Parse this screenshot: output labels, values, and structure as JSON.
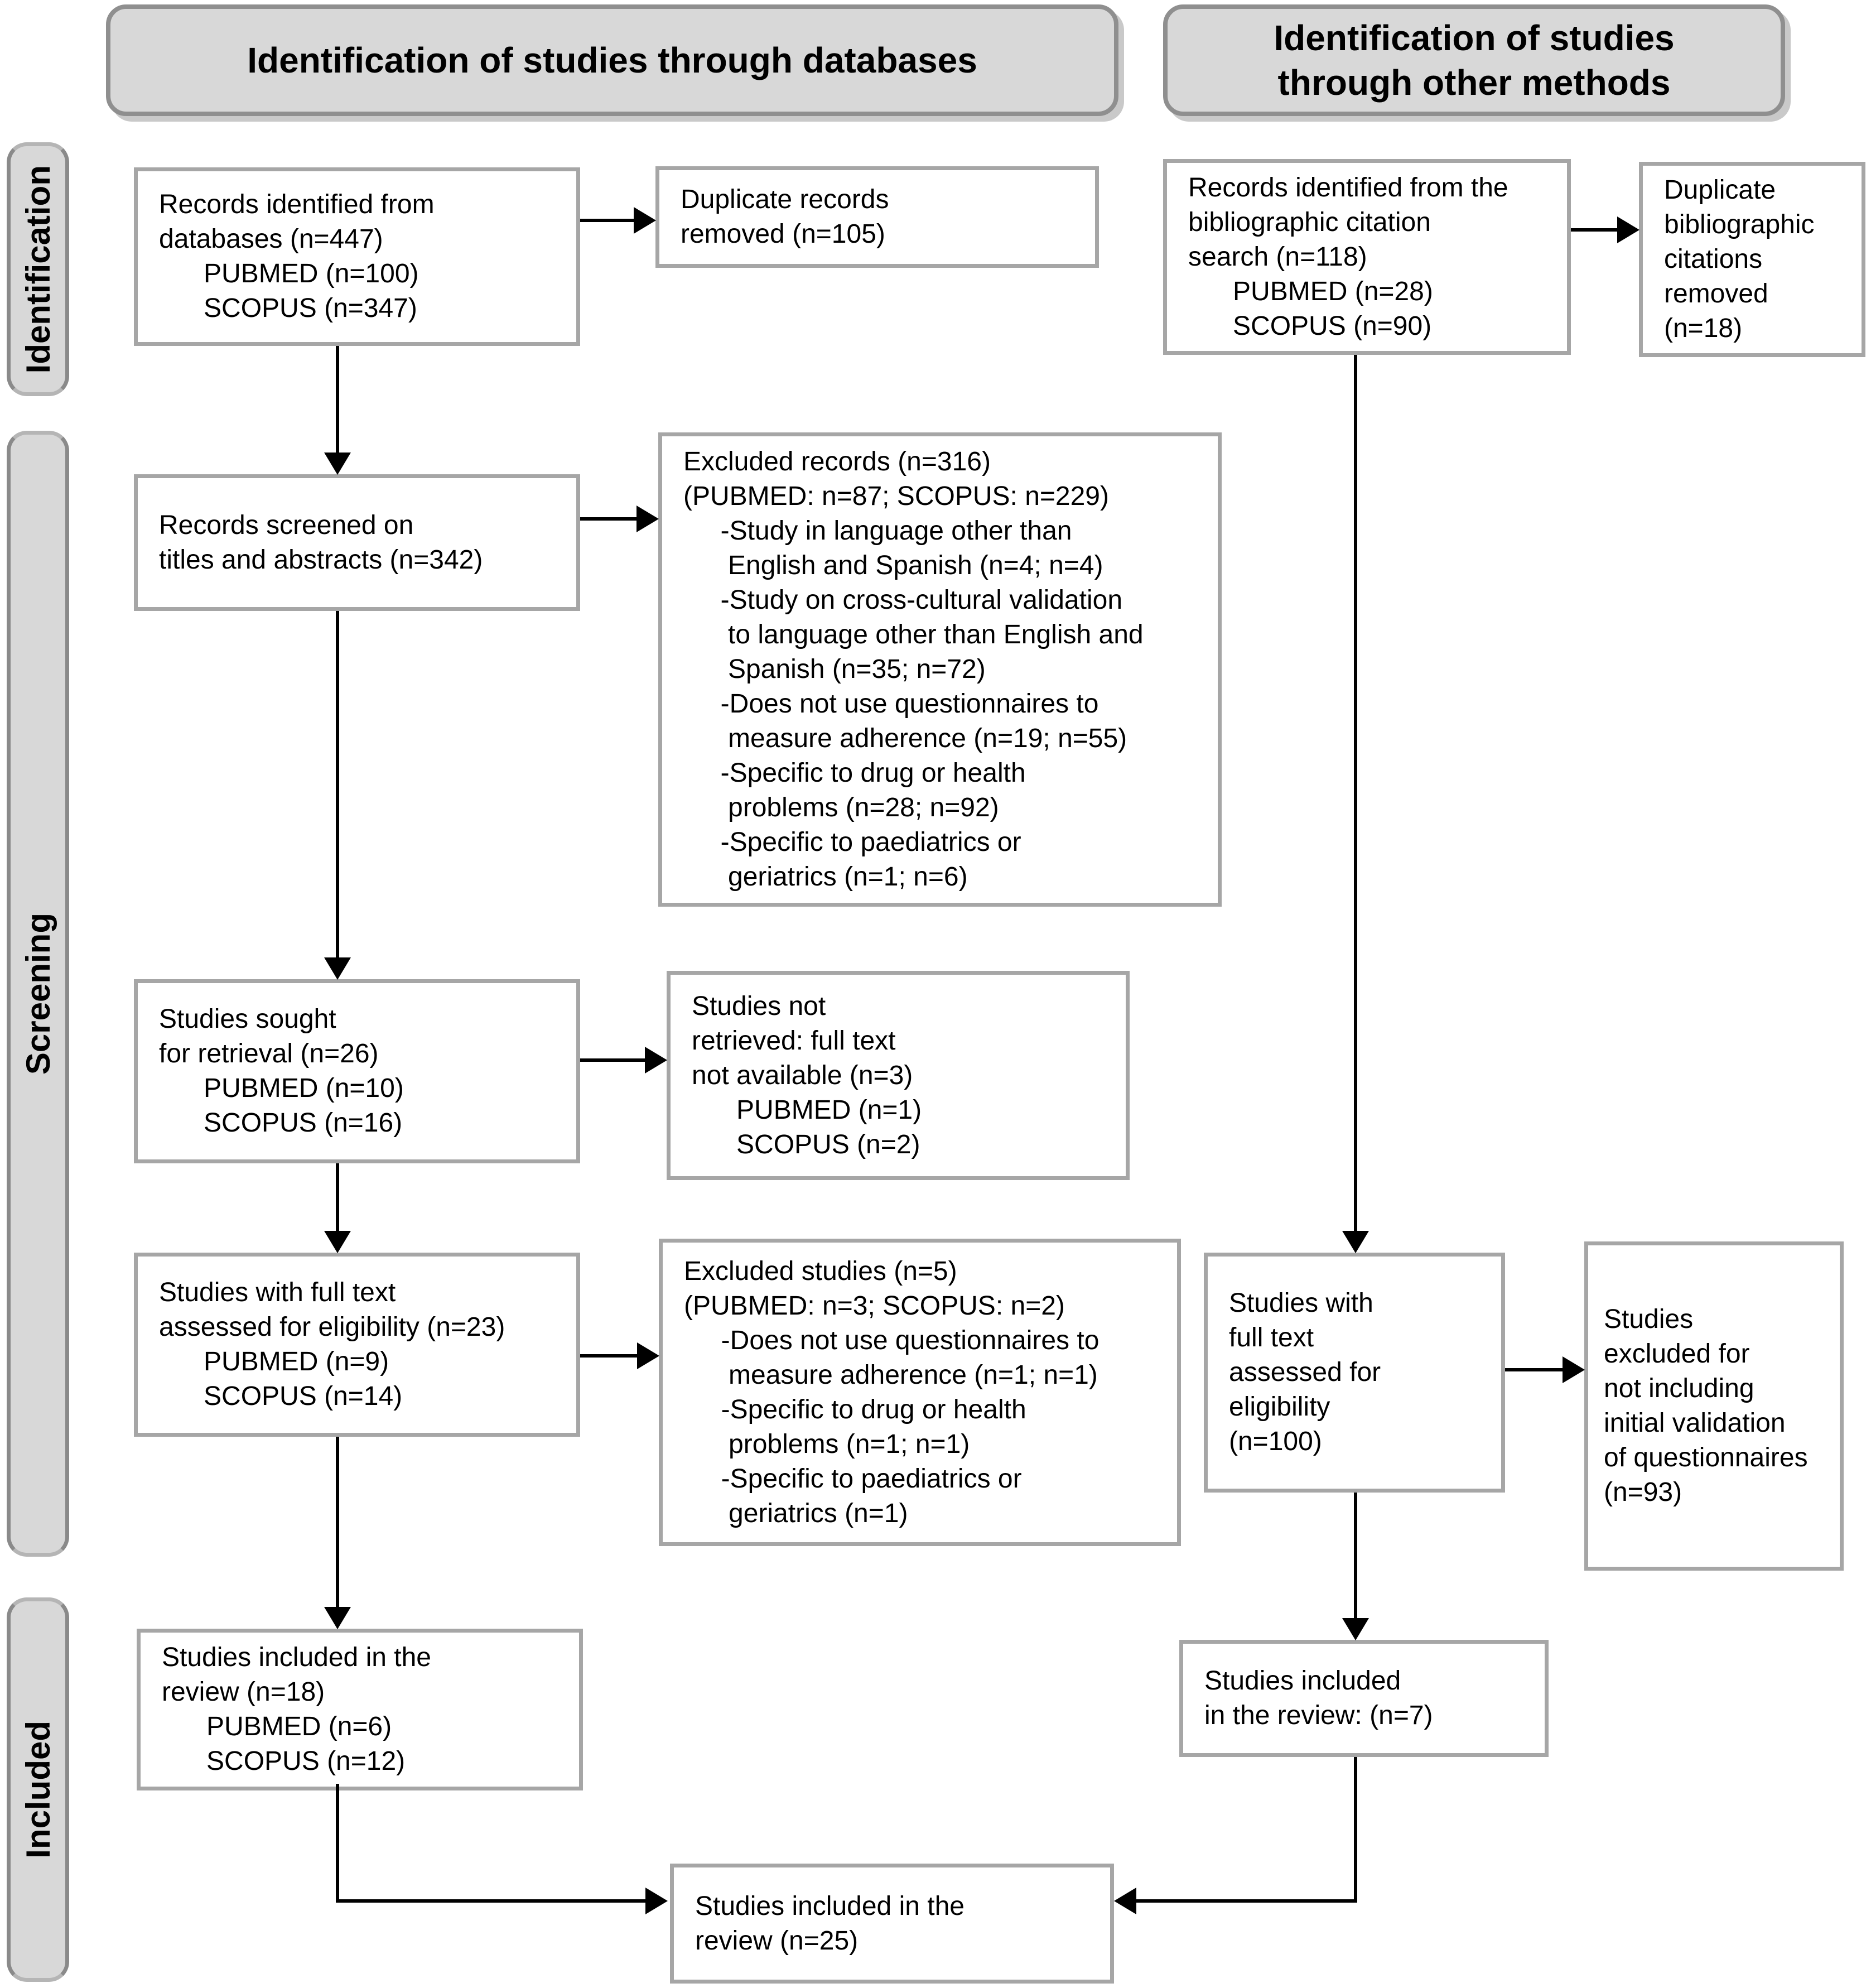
{
  "headers": {
    "left": "Identification of studies through databases",
    "right_lines": [
      "Identification of studies",
      "through other methods"
    ]
  },
  "sidebar": {
    "identification": "Identification",
    "screening": "Screening",
    "included": "Included"
  },
  "boxes": {
    "records_databases": {
      "lines": [
        "Records identified from",
        "databases (n=447)",
        "      PUBMED (n=100)",
        "      SCOPUS (n=347)"
      ]
    },
    "duplicates_removed": {
      "lines": [
        "Duplicate records",
        "removed (n=105)"
      ]
    },
    "records_citation": {
      "lines": [
        "Records identified from the",
        "bibliographic citation",
        "search (n=118)",
        "      PUBMED (n=28)",
        "      SCOPUS (n=90)"
      ]
    },
    "duplicate_citations": {
      "lines": [
        "Duplicate",
        "bibliographic",
        "citations",
        "removed",
        "(n=18)"
      ]
    },
    "records_screened": {
      "lines": [
        "Records screened on",
        "titles and abstracts (n=342)"
      ]
    },
    "excluded_records": {
      "lines": [
        "Excluded records (n=316)",
        "(PUBMED: n=87; SCOPUS: n=229)",
        "     -Study in language other than",
        "      English and Spanish (n=4; n=4)",
        "     -Study on cross-cultural validation",
        "      to language other than English and",
        "      Spanish (n=35; n=72)",
        "     -Does not use questionnaires to",
        "      measure adherence (n=19; n=55)",
        "     -Specific to drug or health",
        "      problems (n=28; n=92)",
        "     -Specific to paediatrics or",
        "      geriatrics (n=1; n=6)"
      ]
    },
    "sought_retrieval": {
      "lines": [
        "Studies sought",
        "for retrieval (n=26)",
        "      PUBMED (n=10)",
        "      SCOPUS (n=16)"
      ]
    },
    "not_retrieved": {
      "lines": [
        "Studies not",
        "retrieved: full text",
        "not available (n=3)",
        "      PUBMED (n=1)",
        "      SCOPUS (n=2)"
      ]
    },
    "fulltext_databases": {
      "lines": [
        "Studies with full text",
        "assessed for eligibility (n=23)",
        "      PUBMED (n=9)",
        "      SCOPUS (n=14)"
      ]
    },
    "excluded_studies": {
      "lines": [
        "Excluded studies (n=5)",
        "(PUBMED: n=3; SCOPUS: n=2)",
        "     -Does not use questionnaires to",
        "      measure adherence (n=1; n=1)",
        "     -Specific to drug or health",
        "      problems (n=1; n=1)",
        "     -Specific to paediatrics or",
        "      geriatrics (n=1)"
      ]
    },
    "fulltext_other": {
      "lines": [
        "Studies with",
        "full text",
        "assessed for",
        "eligibility",
        "(n=100)"
      ]
    },
    "excluded_validation": {
      "lines": [
        "Studies",
        "excluded for",
        "not including",
        "initial validation",
        "of questionnaires",
        "(n=93)"
      ]
    },
    "included_databases": {
      "lines": [
        "Studies included in the",
        "review (n=18)",
        "      PUBMED (n=6)",
        "      SCOPUS (n=12)"
      ]
    },
    "included_other": {
      "lines": [
        "Studies included",
        "in the review: (n=7)"
      ]
    },
    "included_total": {
      "lines": [
        "Studies included in the",
        "review (n=25)"
      ]
    }
  },
  "colors": {
    "band_background": "#d8d8d8",
    "band_border": "#8f8f8f",
    "box_border": "#a6a6a6",
    "arrow": "#000000",
    "text": "#000000"
  }
}
